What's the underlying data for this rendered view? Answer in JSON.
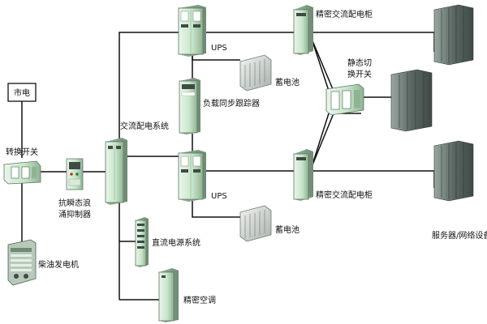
{
  "labels": {
    "mains": "市电",
    "transfer_switch": "转换开关",
    "surge_suppressor_line1": "抗瞬态浪",
    "surge_suppressor_line2": "涌抑制器",
    "diesel_generator": "柴油发电机",
    "ac_distribution": "交流配电系统",
    "dc_power": "直流电源系统",
    "precision_ac": "精密空调",
    "ups_top": "UPS",
    "ups_bottom": "UPS",
    "battery_top": "蓄电池",
    "battery_bottom": "蓄电池",
    "load_sync_tracker": "负载同步跟踪器",
    "cabinet_top": "精密交流配电柜",
    "cabinet_bottom": "精密交流配电柜",
    "static_switch_line1": "静态切",
    "static_switch_line2": "换开关",
    "servers": "服务器/网络设备"
  },
  "colors": {
    "line": "#111111",
    "equipment_green": "#c9e6cc",
    "equipment_dark": "#6f8a73",
    "server_dark": "#3f4a46",
    "server_light": "#8a9892"
  }
}
